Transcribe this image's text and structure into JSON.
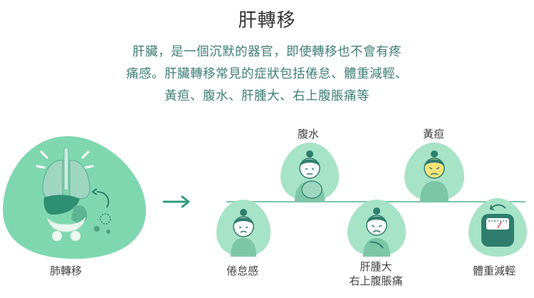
{
  "title": "肝轉移",
  "intro": {
    "line1": "肝臟，是一個沉默的器官，即使轉移也不會有疼",
    "line2": "痛感。肝臟轉移常見的症狀包括倦怠、體重減輕、",
    "line3": "黃疸、腹水、肝腫大、右上腹脹痛等"
  },
  "organs": {
    "label": "肺轉移"
  },
  "symptoms": {
    "fatigue": "倦怠感",
    "ascites": "腹水",
    "hepatomegaly_line1": "肝腫大",
    "hepatomegaly_line2": "右上腹脹痛",
    "jaundice": "黃疸",
    "weight_loss": "體重減輕"
  },
  "colors": {
    "blob": "#7fd7b0",
    "blob_light": "#a6e3c7",
    "dark": "#2f7d6d",
    "skin": "#fbfbfb",
    "jaundice_skin": "#f4e27a",
    "intro_text": "#3f7f77"
  }
}
